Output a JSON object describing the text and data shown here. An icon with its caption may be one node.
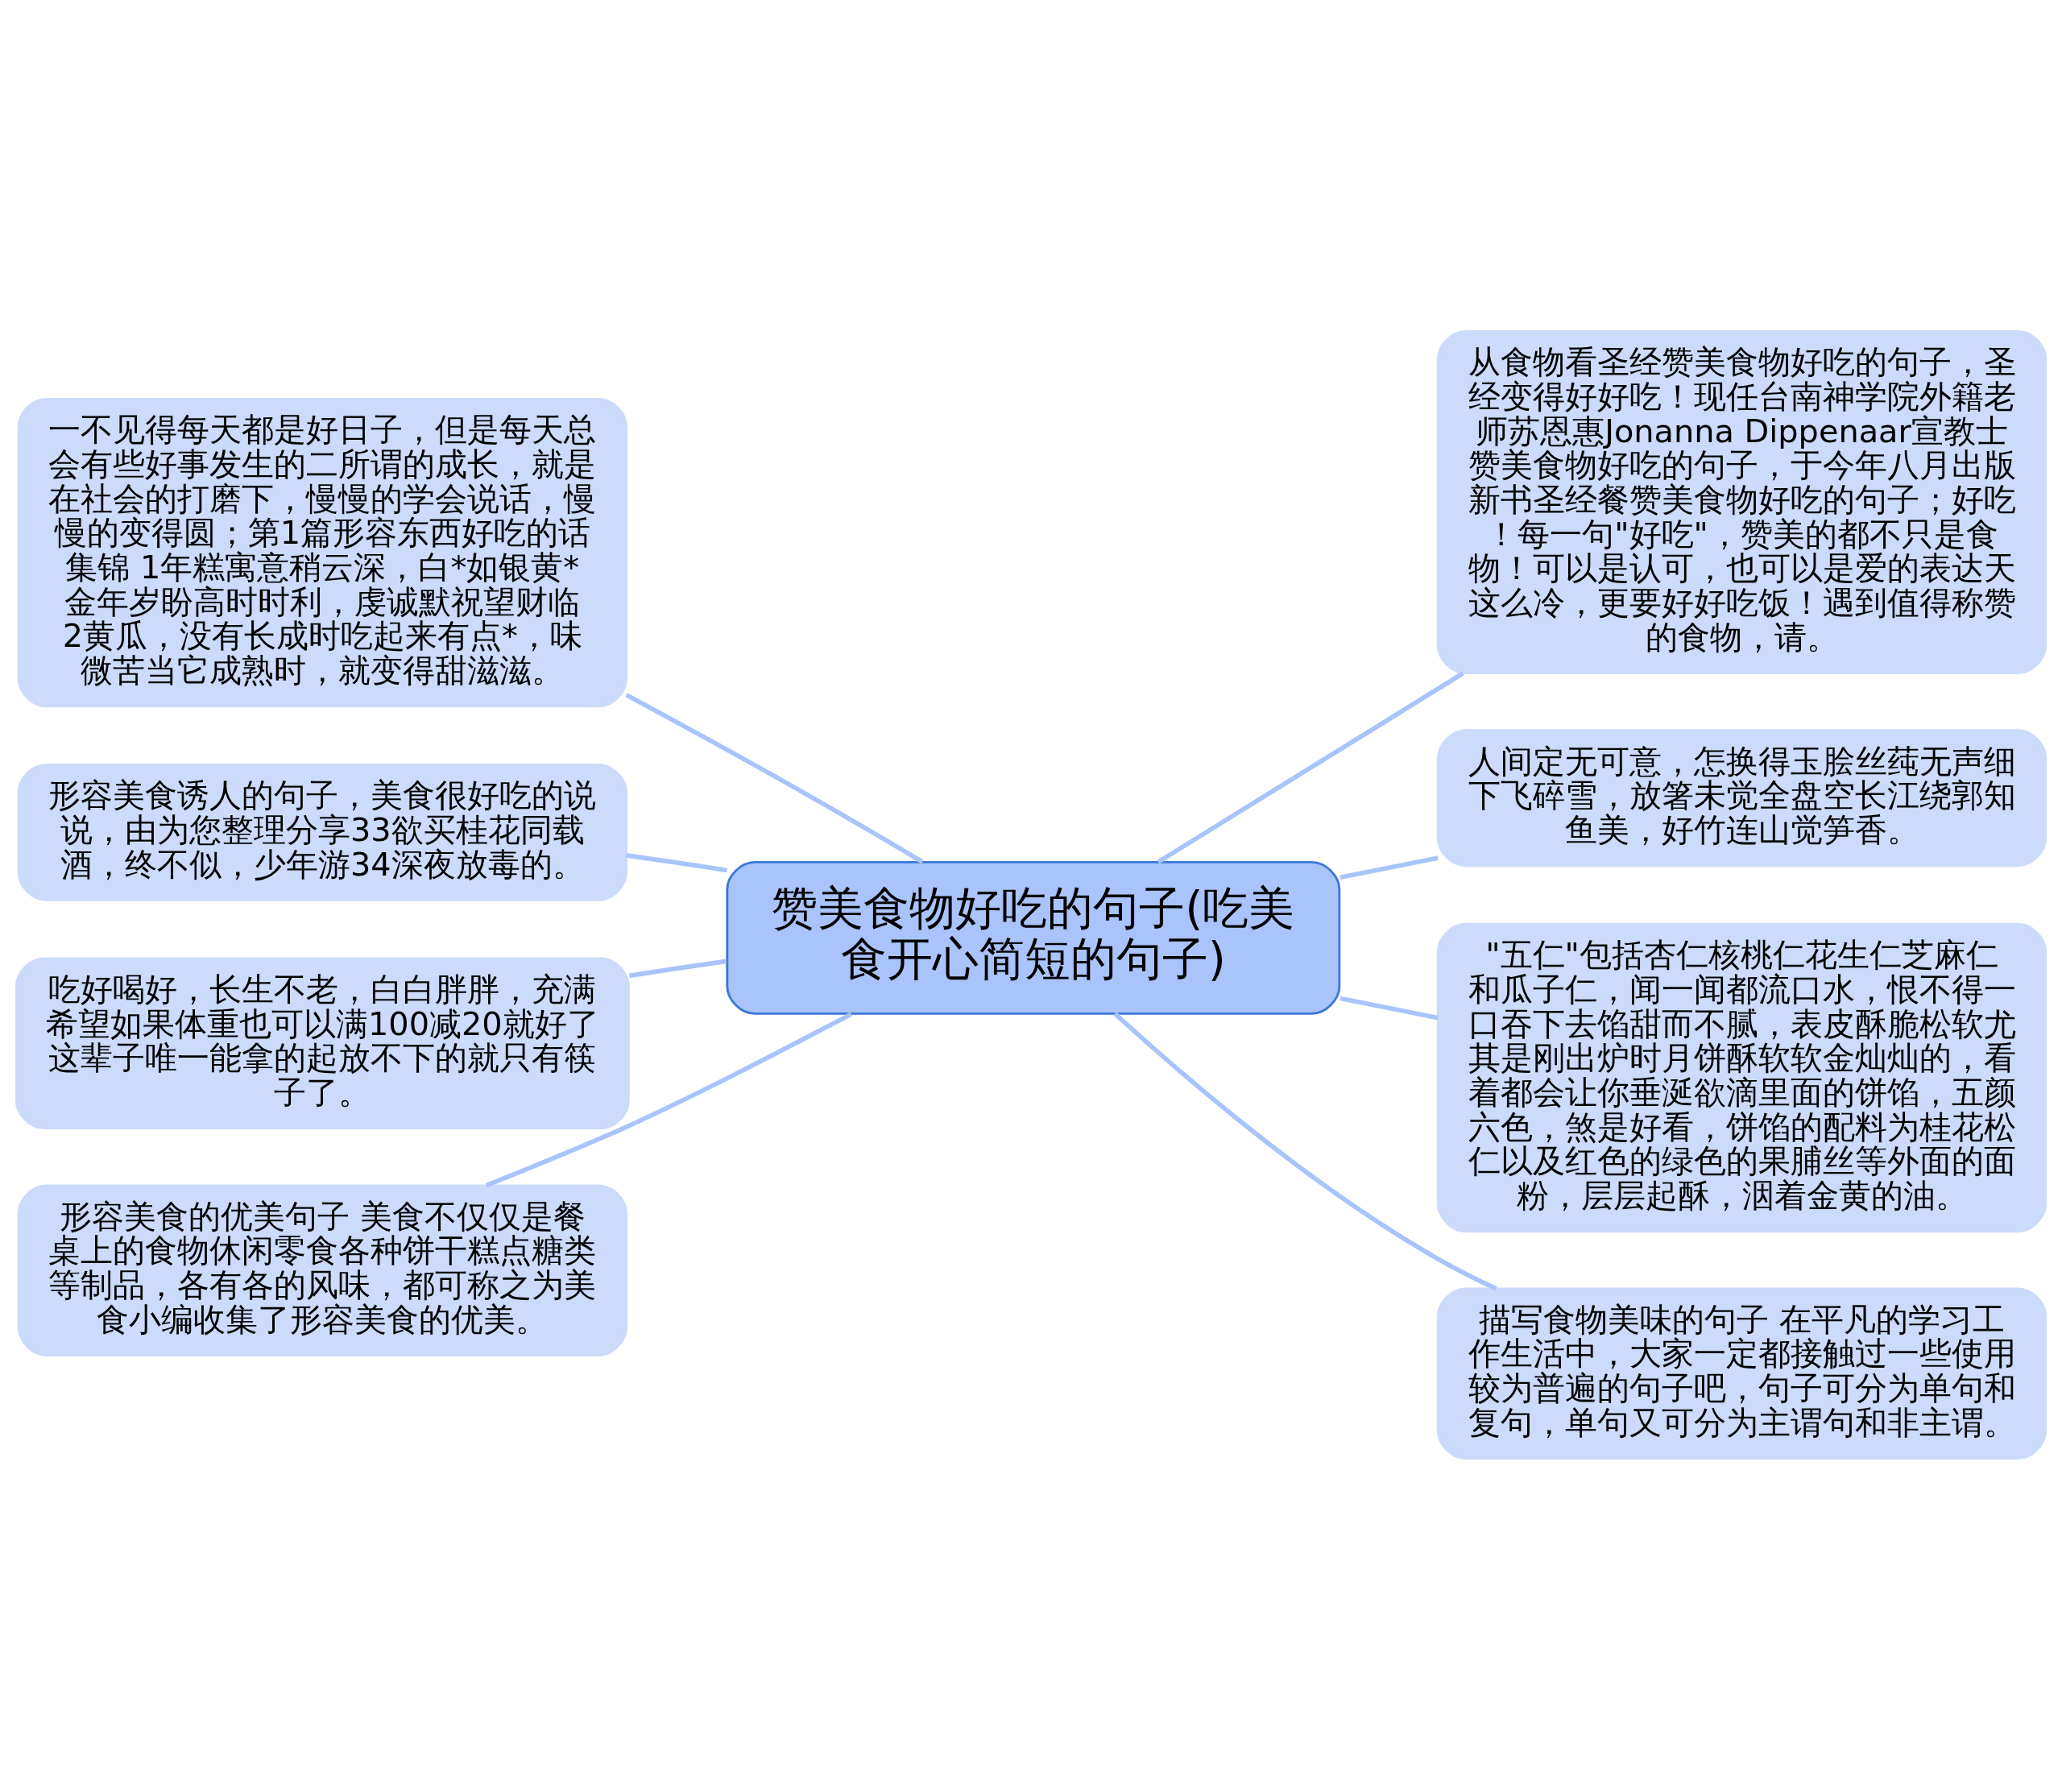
{
  "diagram": {
    "nodes": [
      {
        "text": [
          "赞美食物好吃的句子(吃美食开心简短的句子)"
        ]
      },
      {
        "text": [
          "一不见得每天都是好日子，但是每天总会有些好事发生的二所谓的成长，就是在社会的打磨下，慢慢的学会说话，慢慢的变得圆；第1篇形容东西好吃的话集锦 1年糕寓意稍云深，白*如银黄*金年岁盼高时时利，虔诚默祝望财临 2黄瓜，没有长成时吃起来有点*，味微苦当它成熟时，就变得甜滋滋。"
        ]
      },
      {
        "text": [
          "形容美食诱人的句子，美食很好吃的说说，由为您整理分享33欲买桂花同载酒，终不似，少年游34深夜放毒的。"
        ]
      },
      {
        "text": [
          "吃好喝好，长生不老，白白胖胖，充满希望如果体重也可以满100减20就好了这辈子唯一能拿的起放不下的就只有筷子了。"
        ]
      },
      {
        "text": [
          "形容美食的优美句子 美食不仅仅是餐桌上的食物休闲零食各种饼干糕点糖类等制品，各有各的风味，都可称之为美食小编收集了形容美食的优美。"
        ]
      },
      {
        "text": [
          "从食物看圣经赞美食物好吃的句子，圣经变得好好吃！现任台南神学院外籍老师苏恩惠Jonanna Dippenaar宣教士赞美食物好吃的句子，于今年八月出版新书圣经餐赞美食物好吃的句子；好吃！每一句\"好吃\"，赞美的都不只是食物！可以是认可，也可以是爱的表达天这么冷，更要好好吃饭！遇到值得称赞的食物，请。"
        ]
      },
      {
        "text": [
          "人间定无可意，怎换得玉脍丝莼无声细下飞碎雪，放箸未觉全盘空长江绕郭知鱼美，好竹连山觉笋香。"
        ]
      },
      {
        "text": [
          "\"五仁\"包括杏仁核桃仁花生仁芝麻仁和瓜子仁，闻一闻都流口水，恨不得一口吞下去馅甜而不腻，表皮酥脆松软尤其是刚出炉时月饼酥软软金灿灿的，看着都会让你垂涎欲滴里面的饼馅，五颜六色，煞是好看，饼馅的配料为桂花松仁以及红色的绿色的果脯丝等外面的面粉，层层起酥，洇着金黄的油。"
        ]
      },
      {
        "text": [
          "描写食物美味的句子 在平凡的学习工作生活中，大家一定都接触过一些使用较为普遍的句子吧，句子可分为单句和复句，单句又可分为主谓句和非主谓。"
        ]
      }
    ],
    "edges": [
      {
        "from": 0,
        "to": 1,
        "arrow": "none"
      },
      {
        "from": 0,
        "to": 2,
        "arrow": "none"
      },
      {
        "from": 0,
        "to": 3,
        "arrow": "none"
      },
      {
        "from": 0,
        "to": 4,
        "arrow": "none"
      },
      {
        "from": 0,
        "to": 5,
        "arrow": "none"
      },
      {
        "from": 0,
        "to": 6,
        "arrow": "none"
      },
      {
        "from": 0,
        "to": 7,
        "arrow": "none"
      },
      {
        "from": 0,
        "to": 8,
        "arrow": "none"
      }
    ]
  }
}
